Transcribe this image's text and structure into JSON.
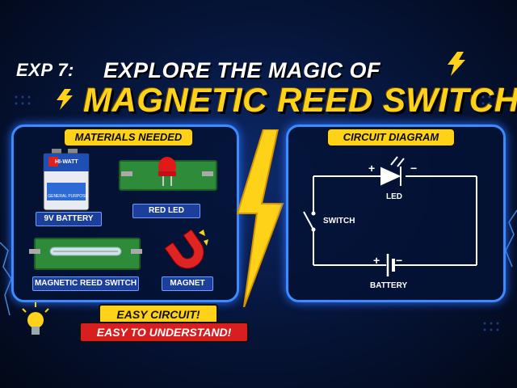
{
  "header": {
    "exp_label": "EXP 7:",
    "title_line1": "EXPLORE THE MAGIC OF",
    "title_line2": "MAGNETIC REED SWITCH"
  },
  "materials": {
    "heading": "MATERIALS NEEDED",
    "items": [
      {
        "label": "9V BATTERY",
        "icon": "battery-icon"
      },
      {
        "label": "RED LED",
        "icon": "led-icon"
      },
      {
        "label": "MAGNETIC REED SWITCH",
        "icon": "reed-switch-icon"
      },
      {
        "label": "MAGNET",
        "icon": "magnet-icon"
      }
    ],
    "battery_brand": "HI-WATT",
    "battery_text": "GENERAL PURPOSE"
  },
  "circuit": {
    "heading": "CIRCUIT DIAGRAM",
    "led_label": "LED",
    "switch_label": "SWITCH",
    "battery_label": "BATTERY",
    "plus": "+",
    "minus": "−"
  },
  "banner": {
    "line1": "EASY CIRCUIT!",
    "line2": "EASY TO UNDERSTAND!"
  },
  "colors": {
    "accent_yellow": "#ffd21a",
    "panel_border": "#3b8cff",
    "banner_red": "#d81f1f"
  }
}
